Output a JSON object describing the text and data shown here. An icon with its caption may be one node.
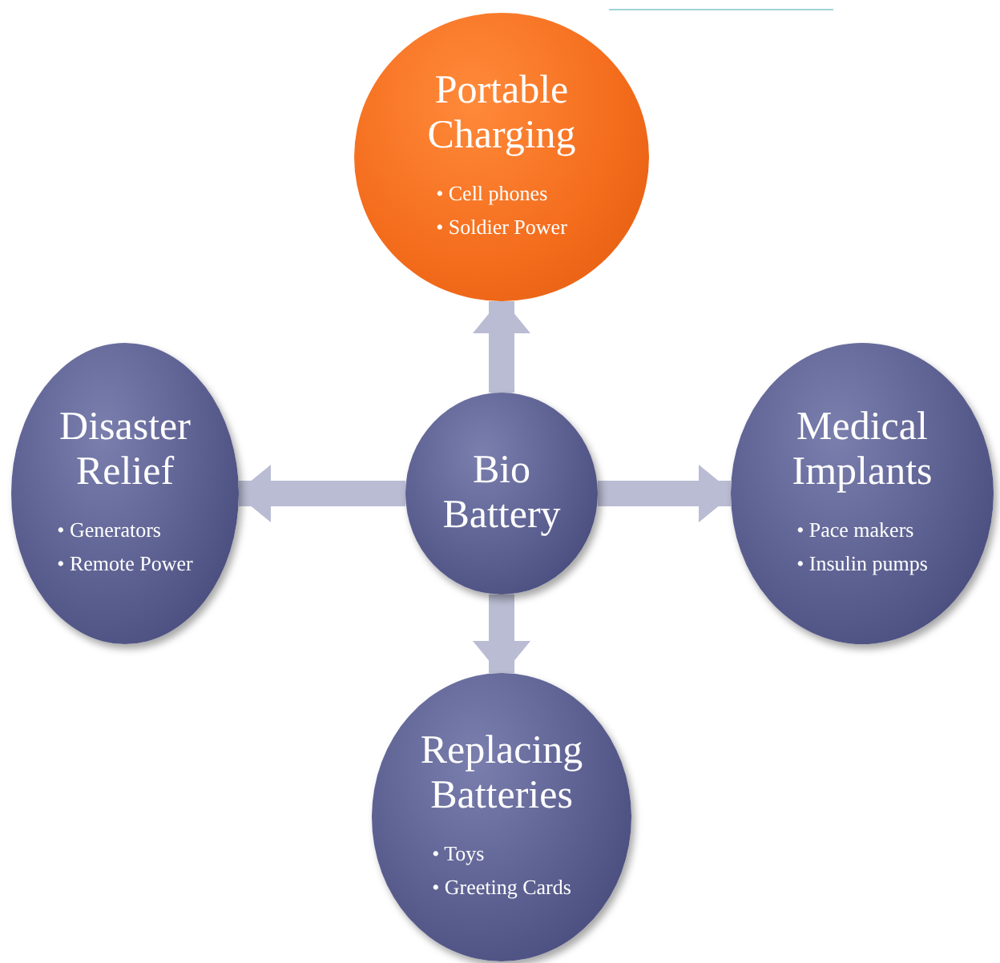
{
  "diagram": {
    "nodes": [
      {
        "text": [
          "Bio Battery"
        ]
      },
      {
        "text": [
          "Portable Charging",
          "• Cell phones",
          "• Soldier Power"
        ]
      },
      {
        "text": [
          "Disaster Relief",
          "• Generators",
          "• Remote Power"
        ]
      },
      {
        "text": [
          "Medical Implants",
          "• Pace makers",
          "• Insulin pumps"
        ]
      },
      {
        "text": [
          "Replacing Batteries",
          "• Toys",
          "• Greeting Cards"
        ]
      }
    ],
    "edges": [
      {
        "from": 0,
        "to": 1,
        "arrow": "to"
      },
      {
        "from": 0,
        "to": 2,
        "arrow": "to"
      },
      {
        "from": 0,
        "to": 3,
        "arrow": "to"
      },
      {
        "from": 0,
        "to": 4,
        "arrow": "to"
      }
    ]
  }
}
